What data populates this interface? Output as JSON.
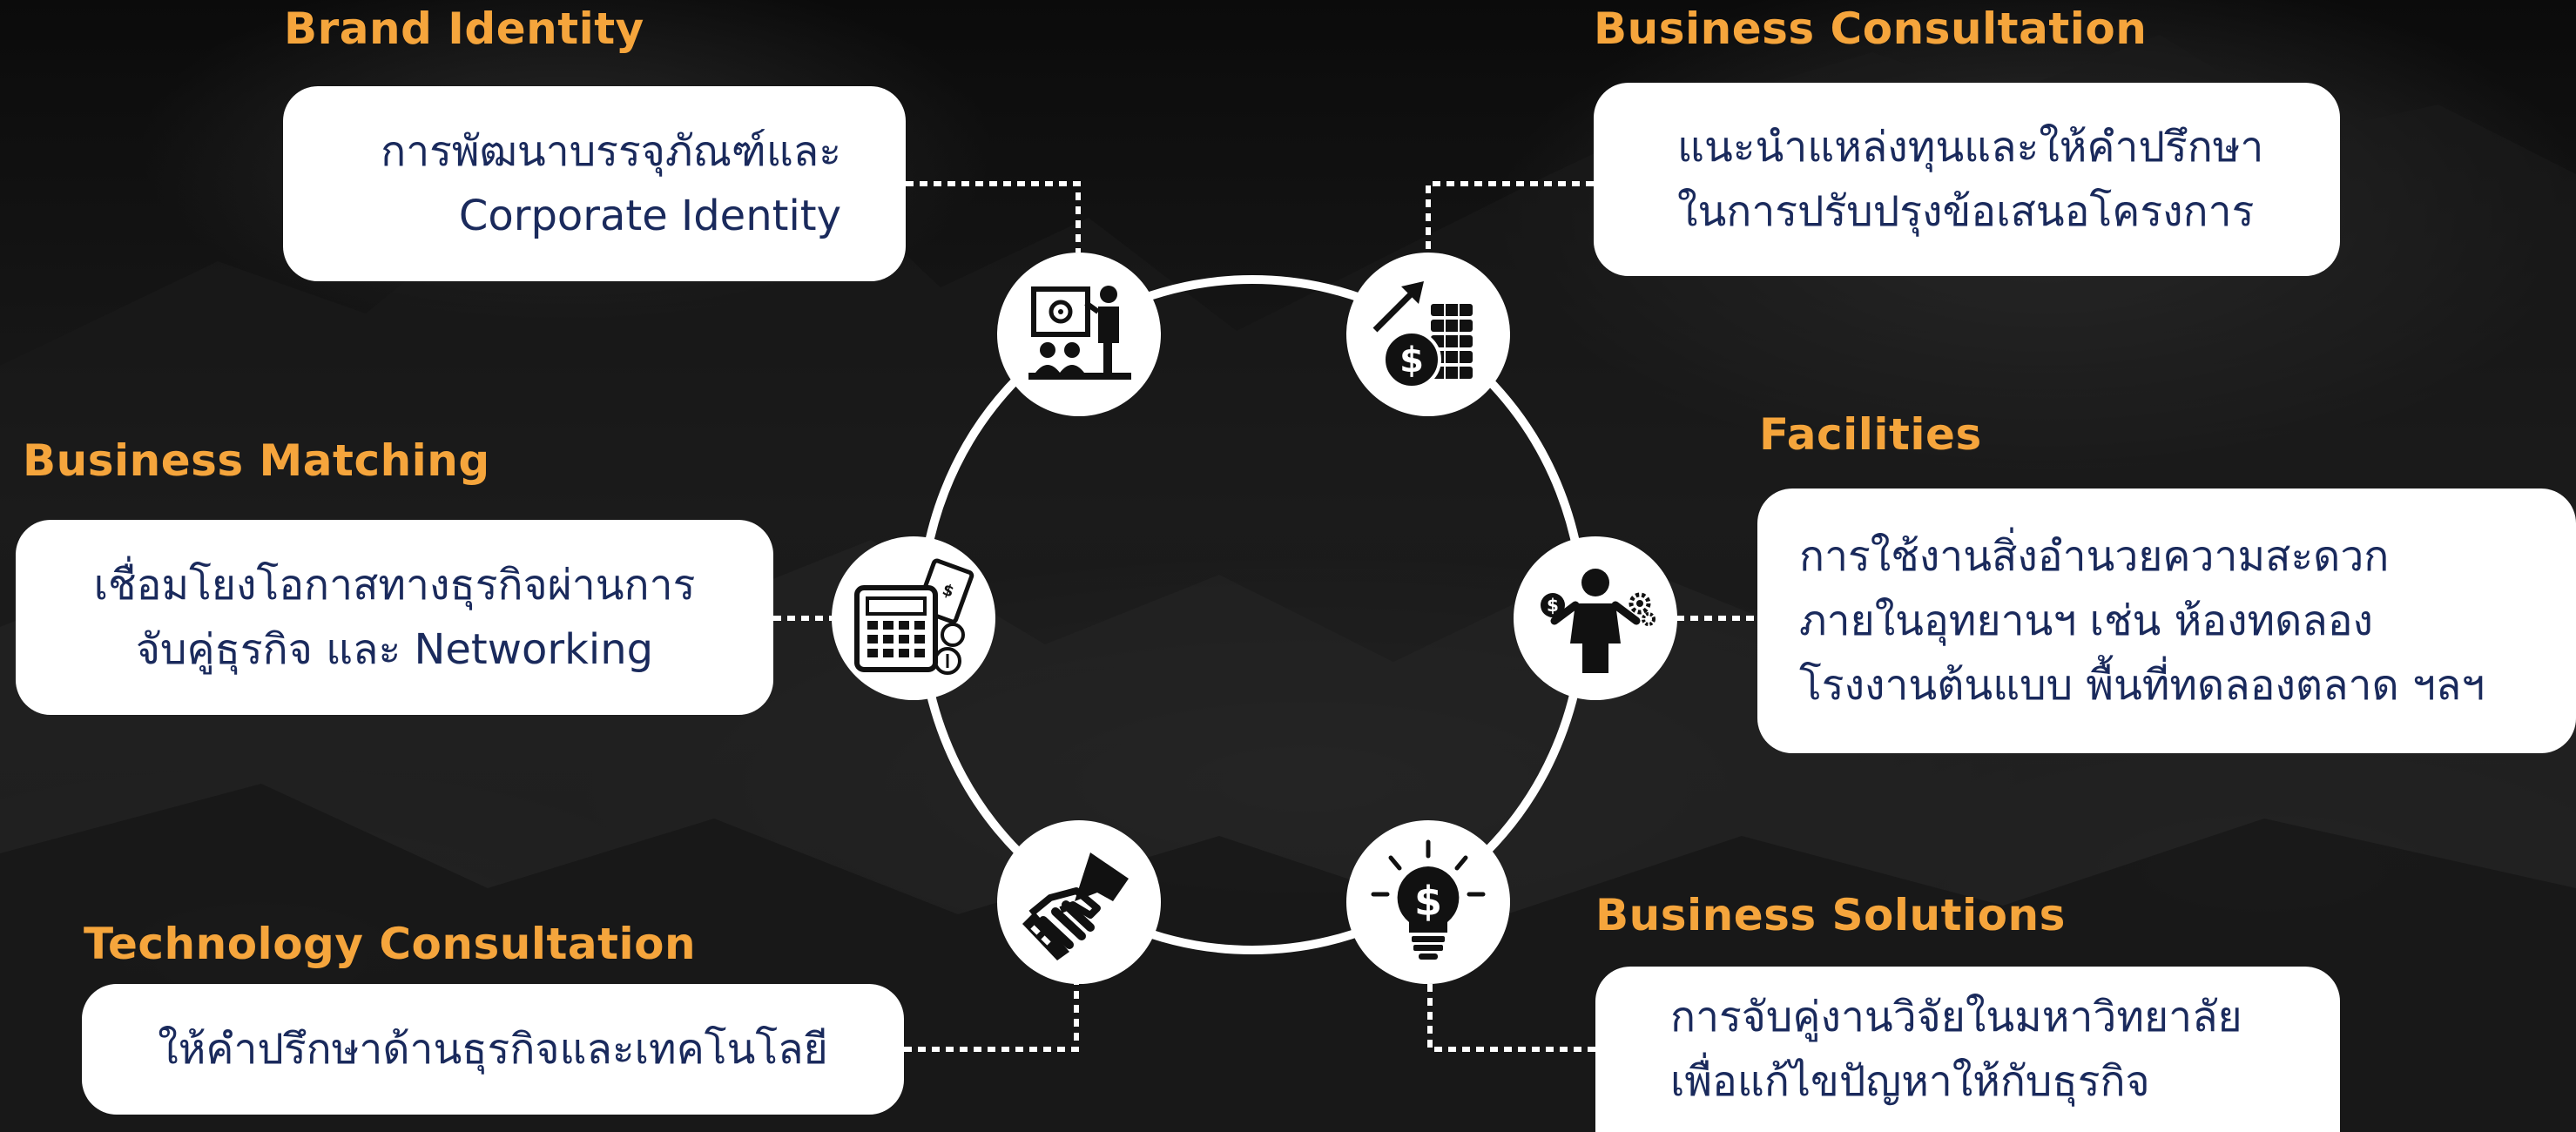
{
  "nodes": [
    {
      "id": "brand",
      "title": "Brand Identity",
      "lines": [
        "การพัฒนาบรรจุภัณฑ์และ",
        "Corporate Identity"
      ],
      "icon": "presentation-icon"
    },
    {
      "id": "consult",
      "title": "Business Consultation",
      "lines": [
        "แนะนำแหล่งทุนและให้คำปรึกษา",
        "ในการปรับปรุงข้อเสนอโครงการ"
      ],
      "icon": "money-growth-icon"
    },
    {
      "id": "matching",
      "title": "Business Matching",
      "lines": [
        "เชื่อมโยงโอกาสทางธุรกิจผ่านการ",
        "จับคู่ธุรกิจ และ Networking"
      ],
      "icon": "calculator-icon"
    },
    {
      "id": "facilities",
      "title": "Facilities",
      "lines": [
        "การใช้งานสิ่งอำนวยความสะดวก",
        "ภายในอุทยานฯ เช่น ห้องทดลอง",
        "โรงงานต้นแบบ พื้นที่ทดลองตลาด ฯลฯ"
      ],
      "icon": "balance-person-icon"
    },
    {
      "id": "technology",
      "title": "Technology Consultation",
      "lines": [
        "ให้คำปรึกษาด้านธุรกิจและเทคโนโลยี"
      ],
      "icon": "handshake-icon"
    },
    {
      "id": "solutions",
      "title": "Business Solutions",
      "lines": [
        "การจับคู่งานวิจัยในมหาวิทยาลัย",
        "เพื่อแก้ไขปัญหาให้กับธุรกิจ"
      ],
      "icon": "dollar-bulb-icon"
    }
  ],
  "colors": {
    "accent": "#f5a53c",
    "box_text": "#1a2a5c",
    "background": "#131313",
    "ring": "#ffffff"
  }
}
